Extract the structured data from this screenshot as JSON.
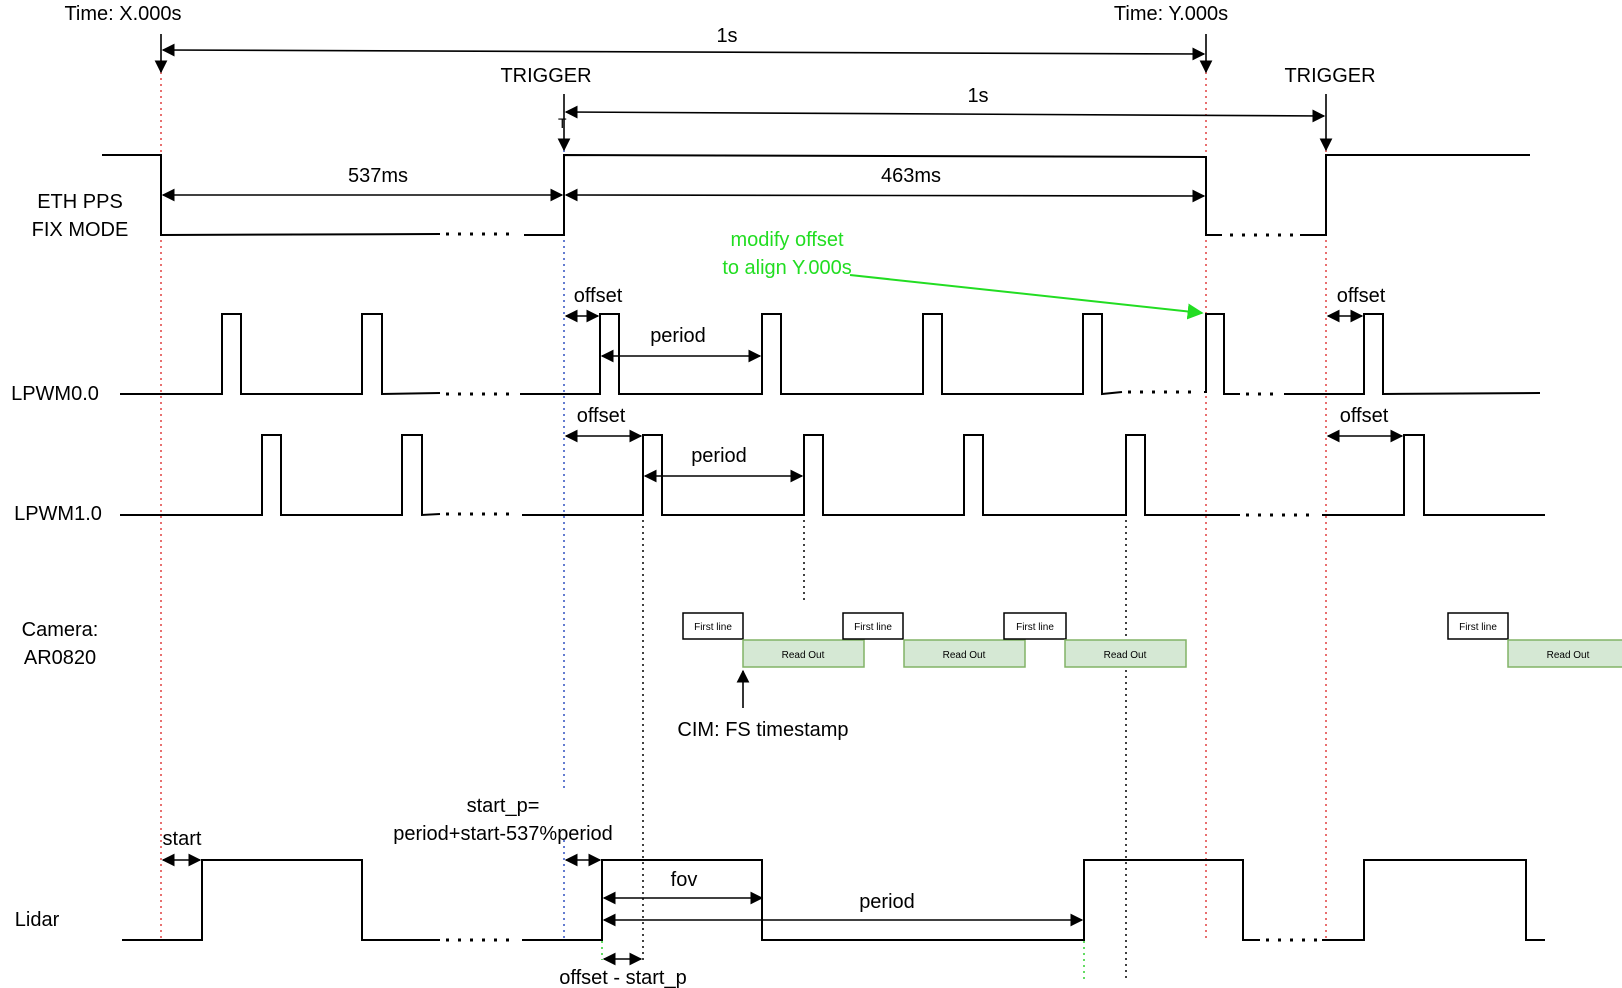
{
  "labels": {
    "time_x": "Time: X.000s",
    "time_y": "Time: Y.000s",
    "one_s_top": "1s",
    "one_s_mid": "1s",
    "trigger_1": "TRIGGER",
    "trigger_2": "TRIGGER",
    "t_mark": "T",
    "ms_537": "537ms",
    "ms_463": "463ms",
    "eth_line1": "ETH PPS",
    "eth_line2": "FIX MODE",
    "modify_line1": "modify offset",
    "modify_line2": "to align Y.000s",
    "offset_pwm0_a": "offset",
    "offset_pwm0_b": "offset",
    "period_pwm0": "period",
    "lpwm0": "LPWM0.0",
    "offset_pwm1_a": "offset",
    "offset_pwm1_b": "offset",
    "period_pwm1": "period",
    "lpwm1": "LPWM1.0",
    "camera_line1": "Camera:",
    "camera_line2": "AR0820",
    "first_line": "First line",
    "read_out": "Read Out",
    "cim": "CIM: FS timestamp",
    "start_p_line1": "start_p=",
    "start_p_line2": "period+start-537%period",
    "start": "start",
    "fov": "fov",
    "period_lidar": "period",
    "lidar": "Lidar",
    "offset_minus": "offset - start_p"
  },
  "colors": {
    "annotation_green": "#22dd22",
    "marker_red": "#e04040",
    "marker_blue": "#3050c0",
    "readout_fill": "#d5e8d4",
    "readout_stroke": "#82b366"
  }
}
